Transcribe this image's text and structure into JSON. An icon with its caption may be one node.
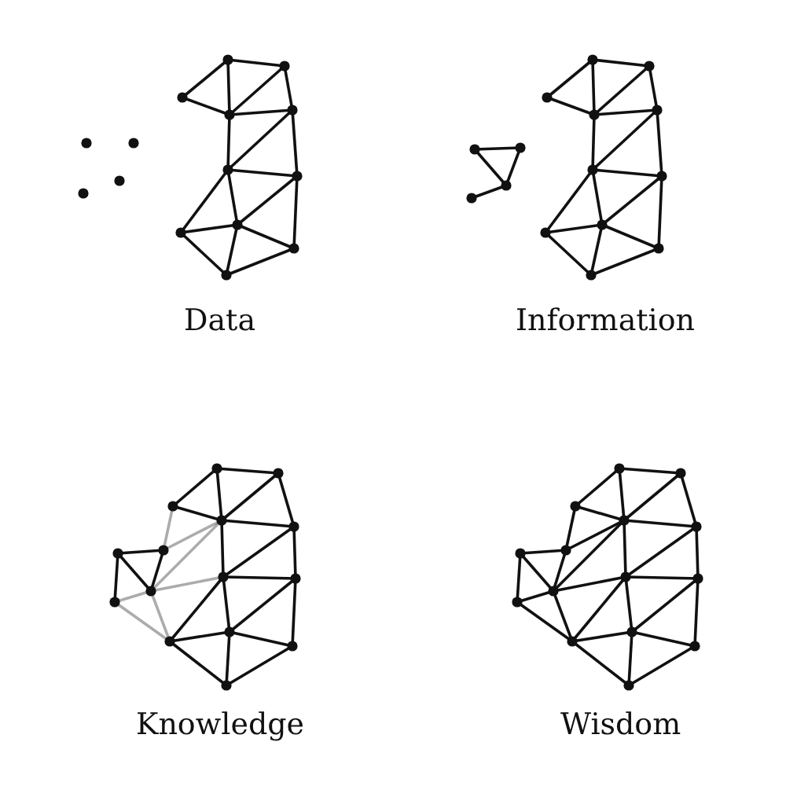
{
  "diagram": {
    "nodes": [
      {
        "text": [],
        "shape": "picture",
        "beside": [
          "Data"
        ]
      },
      {
        "text": [],
        "shape": "picture",
        "beside": [
          "Information"
        ]
      },
      {
        "text": [],
        "shape": "picture",
        "beside": [
          "Knowledge"
        ]
      },
      {
        "text": [],
        "shape": "picture",
        "beside": [
          "Wisdom"
        ]
      }
    ]
  }
}
